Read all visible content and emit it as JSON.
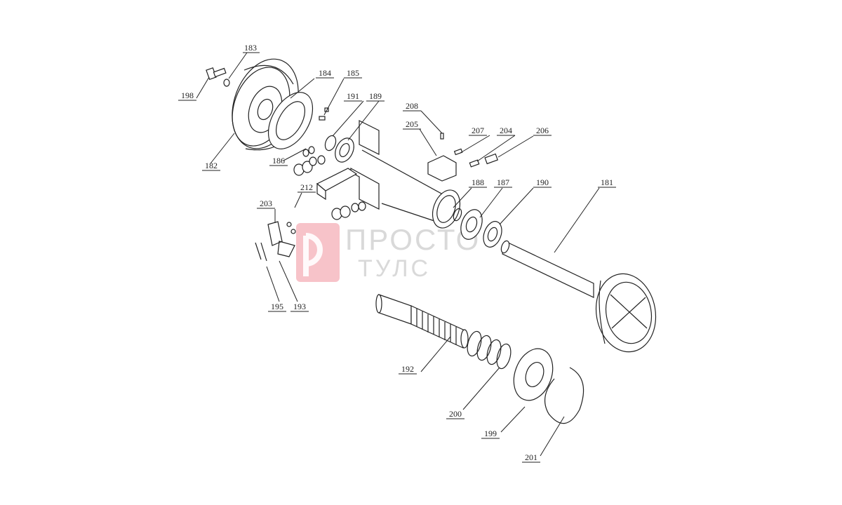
{
  "watermark": {
    "line1": "ПРОСТО",
    "line2": "ТУЛС",
    "logo_color": "#f3a9b3",
    "text_color": "#d9d9d9"
  },
  "parts": {
    "p181": "181",
    "p182": "182",
    "p183": "183",
    "p184": "184",
    "p185": "185",
    "p186": "186",
    "p187": "187",
    "p188": "188",
    "p189": "189",
    "p190": "190",
    "p191": "191",
    "p192": "192",
    "p193": "193",
    "p195": "195",
    "p198": "198",
    "p199": "199",
    "p200": "200",
    "p201": "201",
    "p203": "203",
    "p204": "204",
    "p205": "205",
    "p206": "206",
    "p207": "207",
    "p208": "208",
    "p212": "212"
  }
}
